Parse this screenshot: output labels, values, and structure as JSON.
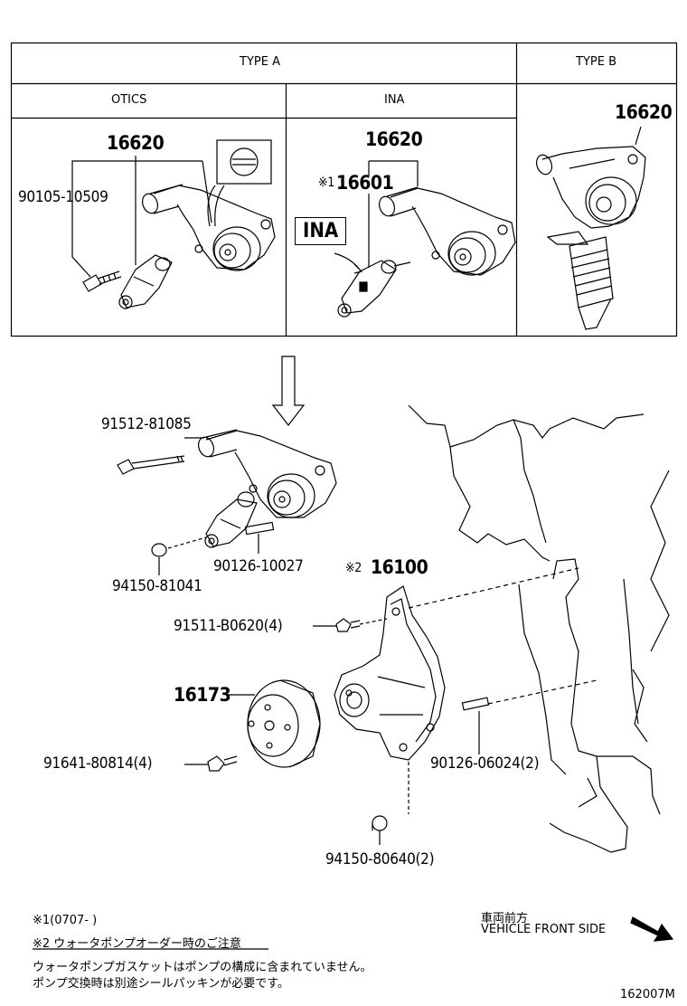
{
  "table": {
    "type_a": "TYPE A",
    "type_b": "TYPE B",
    "otics": "OTICS",
    "ina": "INA"
  },
  "top_parts": {
    "otics_main": "16620",
    "otics_bolt": "90105-10509",
    "ina_main": "16620",
    "ina_sub_mark": "※1",
    "ina_sub": "16601",
    "ina_label": "INA",
    "type_b_main": "16620"
  },
  "lower_parts": {
    "p1": "91512-81085",
    "p2": "94150-81041",
    "p3": "90126-10027",
    "p4_mark": "※2",
    "p4": "16100",
    "p5": "91511-B0620(4)",
    "p6": "16173",
    "p7": "91641-80814(4)",
    "p8": "90126-06024(2)",
    "p9": "94150-80640(2)"
  },
  "notes": {
    "n1": "※1(0707-      )",
    "n2": "※2 ウォータポンプオーダー時のご注意",
    "n3": "ウォータポンプガスケットはポンプの構成に含まれていません。",
    "n4": "ポンプ交換時は別途シールパッキンが必要です。"
  },
  "direction": {
    "jp": "車両前方",
    "en": "VEHICLE FRONT SIDE"
  },
  "diagram_id": "162007M"
}
